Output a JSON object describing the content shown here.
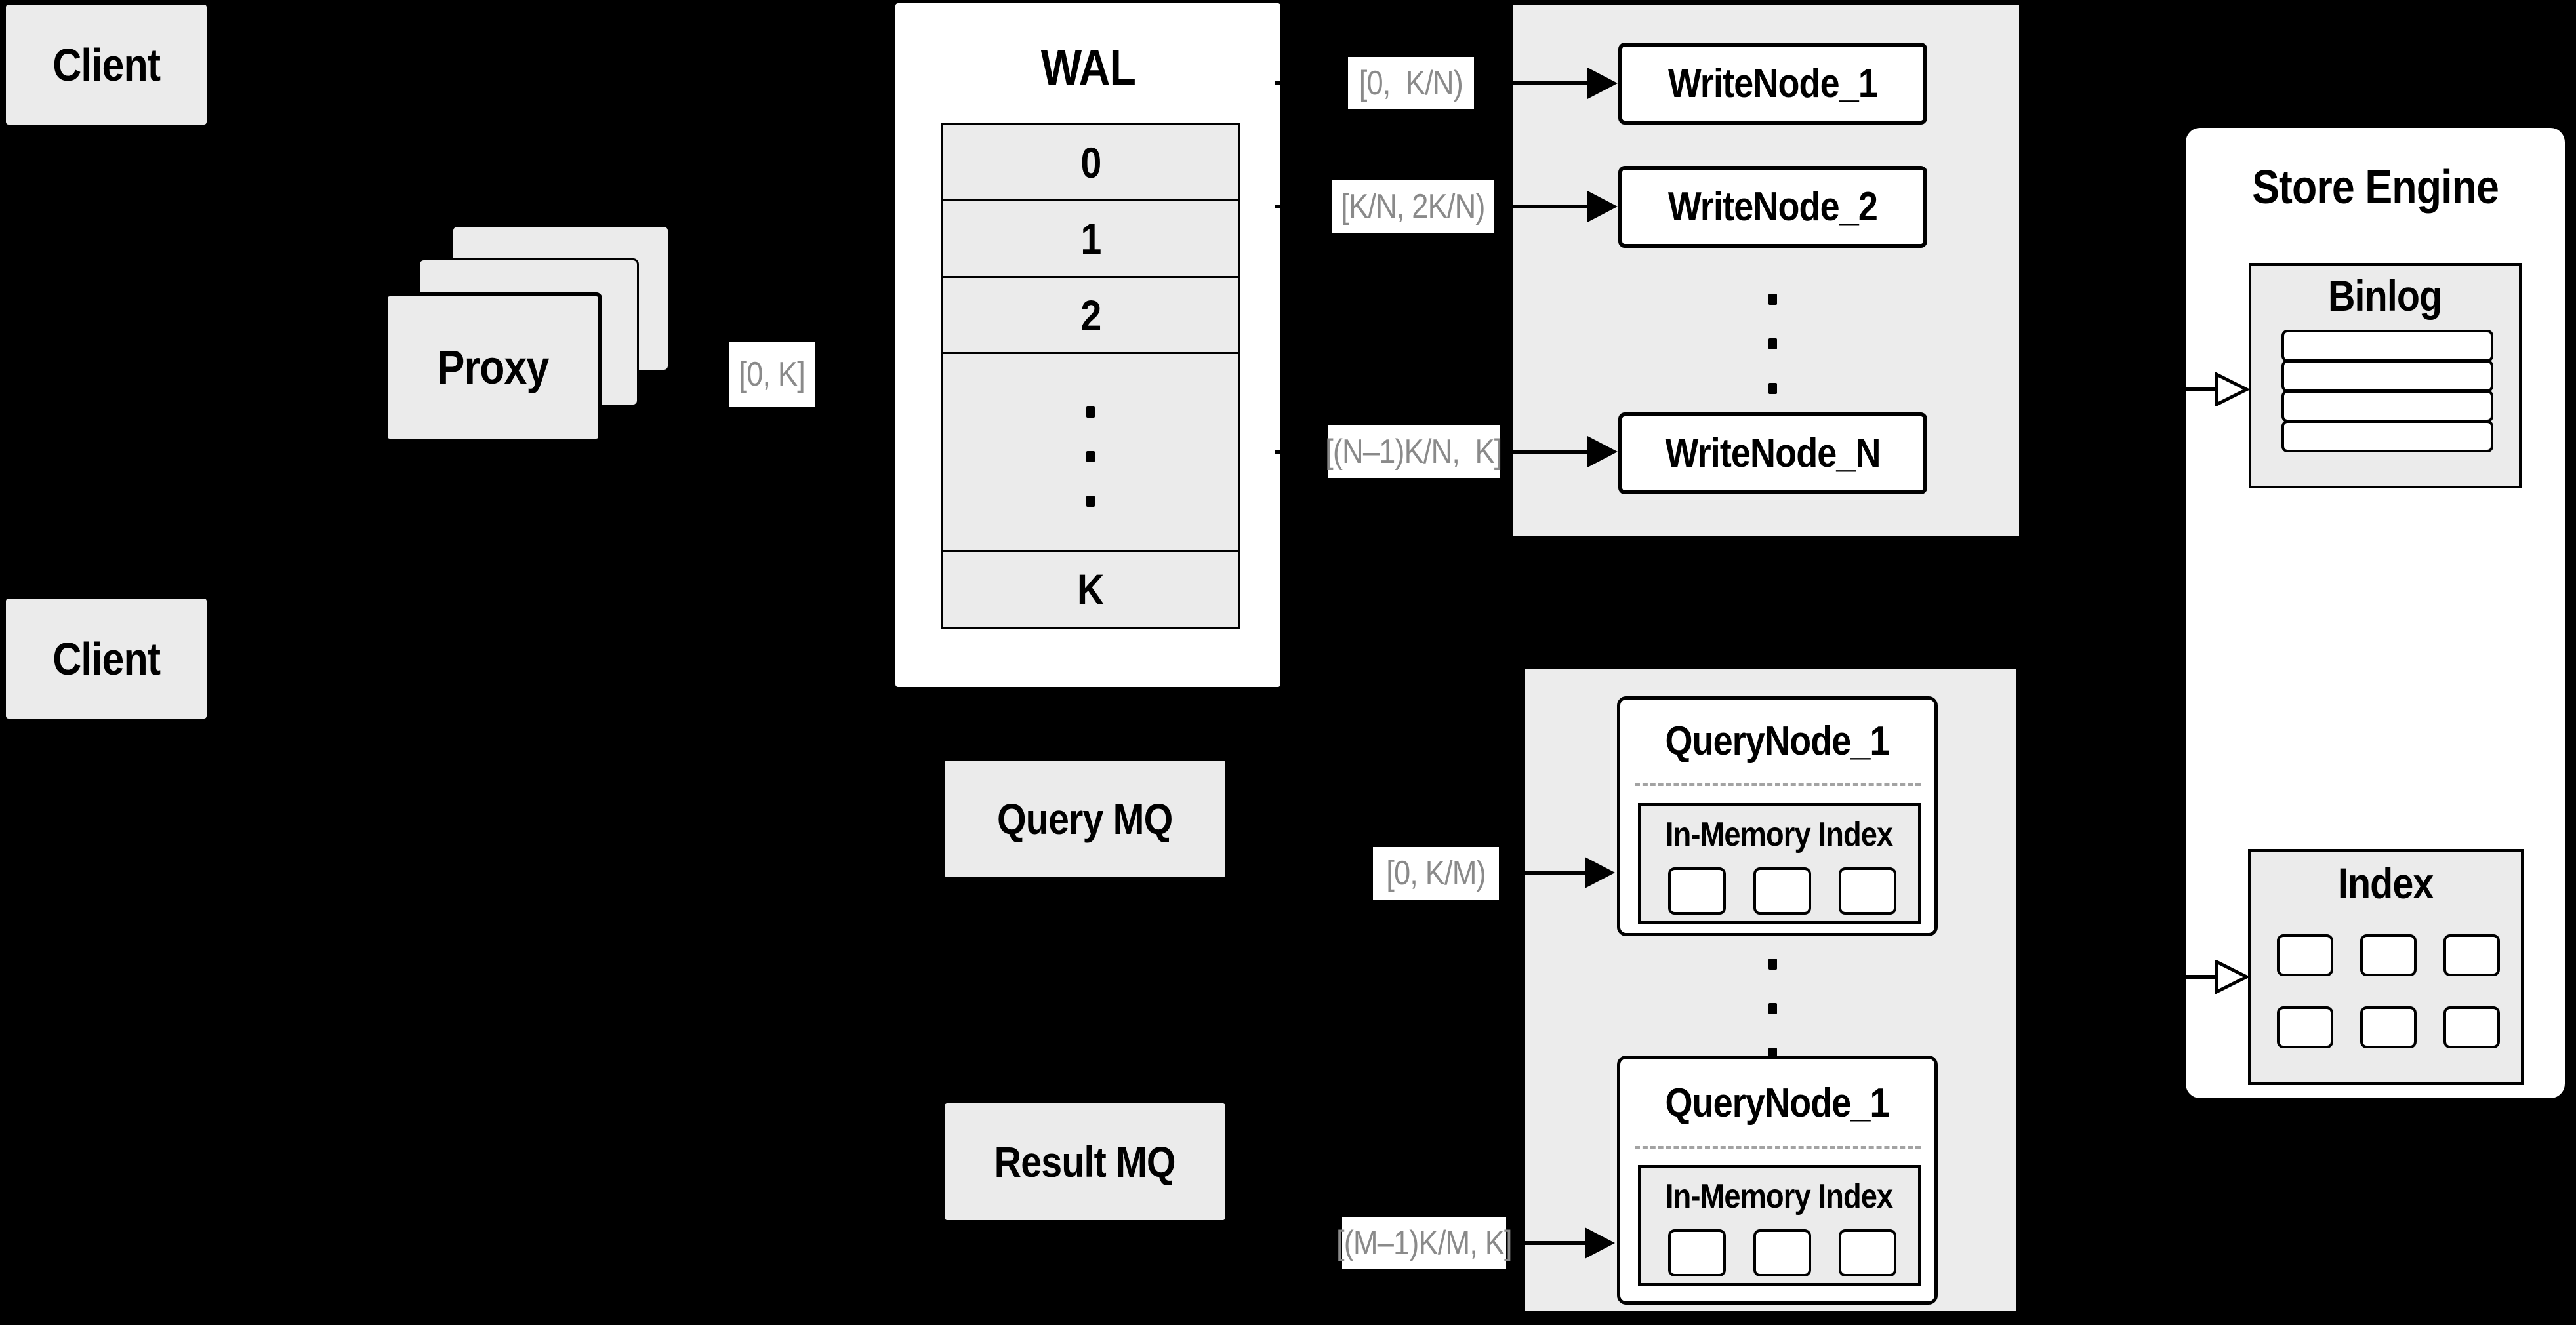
{
  "clients": {
    "top": "Client",
    "bottom": "Client"
  },
  "proxy": {
    "label": "Proxy"
  },
  "wal": {
    "title": "WAL",
    "rows": [
      "0",
      "1",
      "2"
    ],
    "last_row": "K"
  },
  "edge_labels": {
    "proxy_out": "[0, K]",
    "write_1": "[0,  K/N)",
    "write_2": "[K/N, 2K/N)",
    "write_n": "[(N–1)K/N,  K]",
    "query_1": "[0, K/M)",
    "query_m": "[(M–1)K/M, K]"
  },
  "write_nodes": {
    "node_1": "WriteNode_1",
    "node_2": "WriteNode_2",
    "node_n": "WriteNode_N"
  },
  "query_nodes": {
    "node_top": "QueryNode_1",
    "node_bottom": "QueryNode_1",
    "in_memory": "In-Memory Index"
  },
  "mq": {
    "query": "Query MQ",
    "result": "Result MQ"
  },
  "store_engine": {
    "title": "Store Engine",
    "binlog": "Binlog",
    "index": "Index"
  },
  "colors": {
    "background": "#000000",
    "box_fill": "#ebebeb",
    "group_fill": "#ececec",
    "node_fill": "#ffffff",
    "line": "#000000",
    "muted_text": "#8a8a8a"
  }
}
